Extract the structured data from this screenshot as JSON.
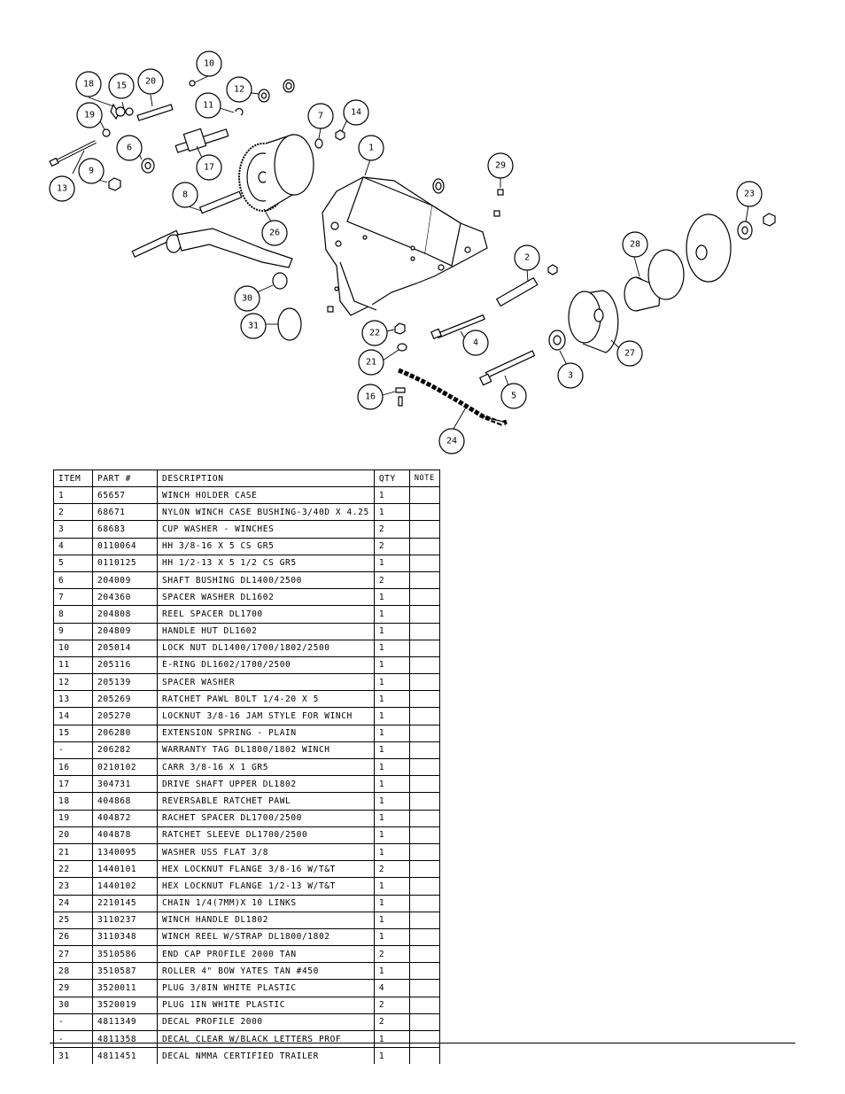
{
  "diagram": {
    "callouts": [
      "1",
      "2",
      "3",
      "4",
      "5",
      "6",
      "7",
      "8",
      "9",
      "10",
      "11",
      "12",
      "13",
      "14",
      "15",
      "16",
      "17",
      "18",
      "19",
      "20",
      "21",
      "22",
      "23",
      "24",
      "26",
      "27",
      "28",
      "29",
      "30",
      "31"
    ]
  },
  "table": {
    "headers": {
      "item": "ITEM",
      "part": "PART #",
      "description": "DESCRIPTION",
      "qty": "QTY",
      "note": "NOTE"
    },
    "rows": [
      {
        "item": "1",
        "part": "65657",
        "description": "WINCH HOLDER CASE",
        "qty": "1",
        "note": ""
      },
      {
        "item": "2",
        "part": "68671",
        "description": "NYLON WINCH CASE BUSHING-3/40D X 4.25",
        "qty": "1",
        "note": ""
      },
      {
        "item": "3",
        "part": "68683",
        "description": "CUP WASHER - WINCHES",
        "qty": "2",
        "note": ""
      },
      {
        "item": "4",
        "part": "0110064",
        "description": "HH 3/8-16 X 5 CS GR5",
        "qty": "2",
        "note": ""
      },
      {
        "item": "5",
        "part": "0110125",
        "description": "HH 1/2-13 X 5 1/2 CS GR5",
        "qty": "1",
        "note": ""
      },
      {
        "item": "6",
        "part": "204009",
        "description": "SHAFT BUSHING  DL1400/2500",
        "qty": "2",
        "note": ""
      },
      {
        "item": "7",
        "part": "204360",
        "description": "SPACER WASHER  DL1602",
        "qty": "1",
        "note": ""
      },
      {
        "item": "8",
        "part": "204808",
        "description": "REEL SPACER  DL1700",
        "qty": "1",
        "note": ""
      },
      {
        "item": "9",
        "part": "204809",
        "description": "HANDLE HUT  DL1602",
        "qty": "1",
        "note": ""
      },
      {
        "item": "10",
        "part": "205014",
        "description": "LOCK NUT  DL1400/1700/1802/2500",
        "qty": "1",
        "note": ""
      },
      {
        "item": "11",
        "part": "205116",
        "description": "E-RING DL1602/1700/2500",
        "qty": "1",
        "note": ""
      },
      {
        "item": "12",
        "part": "205139",
        "description": "SPACER WASHER",
        "qty": "1",
        "note": ""
      },
      {
        "item": "13",
        "part": "205269",
        "description": "RATCHET PAWL BOLT 1/4-20 X 5",
        "qty": "1",
        "note": ""
      },
      {
        "item": "14",
        "part": "205270",
        "description": "LOCKNUT 3/8-16 JAM STYLE FOR WINCH",
        "qty": "1",
        "note": ""
      },
      {
        "item": "15",
        "part": "206280",
        "description": "EXTENSION SPRING - PLAIN",
        "qty": "1",
        "note": ""
      },
      {
        "item": "-",
        "part": "206282",
        "description": "WARRANTY TAG DL1800/1802 WINCH",
        "qty": "1",
        "note": ""
      },
      {
        "item": "16",
        "part": "0210102",
        "description": "CARR 3/8-16 X 1 GR5",
        "qty": "1",
        "note": ""
      },
      {
        "item": "17",
        "part": "304731",
        "description": "DRIVE SHAFT UPPER  DL1802",
        "qty": "1",
        "note": ""
      },
      {
        "item": "18",
        "part": "404868",
        "description": "REVERSABLE RATCHET PAWL",
        "qty": "1",
        "note": ""
      },
      {
        "item": "19",
        "part": "404872",
        "description": "RACHET SPACER  DL1700/2500",
        "qty": "1",
        "note": ""
      },
      {
        "item": "20",
        "part": "404878",
        "description": "RATCHET SLEEVE  DL1700/2500",
        "qty": "1",
        "note": ""
      },
      {
        "item": "21",
        "part": "1340095",
        "description": "WASHER USS FLAT 3/8",
        "qty": "1",
        "note": ""
      },
      {
        "item": "22",
        "part": "1440101",
        "description": "HEX LOCKNUT FLANGE 3/8-16 W/T&T",
        "qty": "2",
        "note": ""
      },
      {
        "item": "23",
        "part": "1440102",
        "description": "HEX LOCKNUT FLANGE 1/2-13 W/T&T",
        "qty": "1",
        "note": ""
      },
      {
        "item": "24",
        "part": "2210145",
        "description": "CHAIN 1/4(7MM)X 10 LINKS",
        "qty": "1",
        "note": ""
      },
      {
        "item": "25",
        "part": "3110237",
        "description": "WINCH HANDLE  DL1802",
        "qty": "1",
        "note": ""
      },
      {
        "item": "26",
        "part": "3110348",
        "description": "WINCH REEL W/STRAP  DL1800/1802",
        "qty": "1",
        "note": ""
      },
      {
        "item": "27",
        "part": "3510586",
        "description": "END CAP PROFILE 2000 TAN",
        "qty": "2",
        "note": ""
      },
      {
        "item": "28",
        "part": "3510587",
        "description": "ROLLER 4\" BOW YATES TAN #450",
        "qty": "1",
        "note": ""
      },
      {
        "item": "29",
        "part": "3520011",
        "description": "PLUG  3/8IN WHITE PLASTIC",
        "qty": "4",
        "note": ""
      },
      {
        "item": "30",
        "part": "3520019",
        "description": "PLUG  1IN WHITE PLASTIC",
        "qty": "2",
        "note": ""
      },
      {
        "item": "-",
        "part": "4811349",
        "description": "DECAL PROFILE 2000",
        "qty": "2",
        "note": ""
      },
      {
        "item": "-",
        "part": "4811358",
        "description": "DECAL CLEAR W/BLACK LETTERS PROF",
        "qty": "1",
        "note": ""
      },
      {
        "item": "31",
        "part": "4811451",
        "description": " DECAL NMMA CERTIFIED TRAILER",
        "qty": "1",
        "note": ""
      }
    ]
  }
}
